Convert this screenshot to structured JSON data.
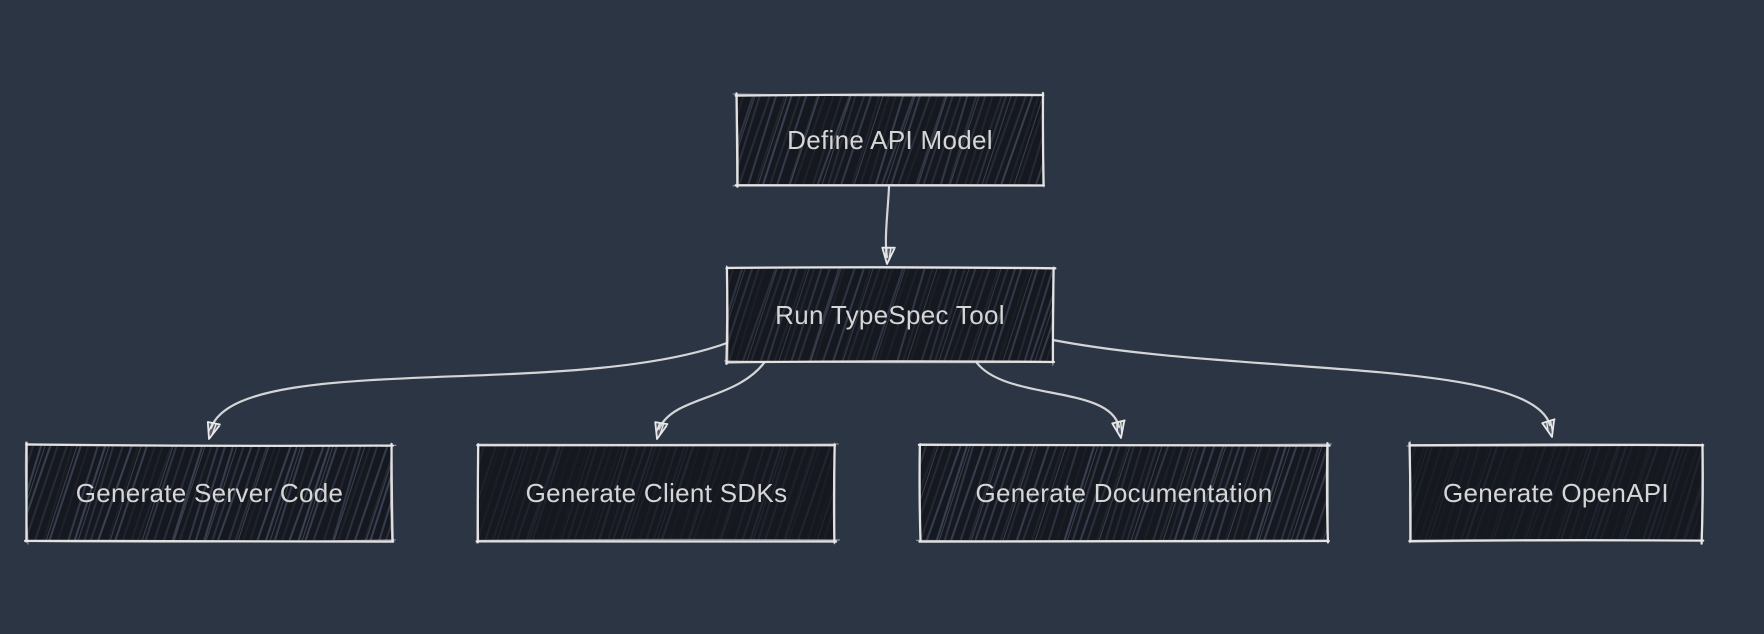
{
  "diagram": {
    "type": "flowchart",
    "direction": "top-down",
    "nodes": [
      {
        "id": "define",
        "label": "Define API Model"
      },
      {
        "id": "run",
        "label": "Run TypeSpec Tool"
      },
      {
        "id": "server",
        "label": "Generate Server Code"
      },
      {
        "id": "sdk",
        "label": "Generate Client SDKs"
      },
      {
        "id": "docs",
        "label": "Generate Documentation"
      },
      {
        "id": "openapi",
        "label": "Generate OpenAPI"
      }
    ],
    "edges": [
      {
        "from": "define",
        "to": "run"
      },
      {
        "from": "run",
        "to": "server"
      },
      {
        "from": "run",
        "to": "sdk"
      },
      {
        "from": "run",
        "to": "docs"
      },
      {
        "from": "run",
        "to": "openapi"
      }
    ],
    "colors": {
      "background": "#2c3544",
      "node_fill": "#15181f",
      "hatch": "#3d4559",
      "hatch_light": "#9aa3b8",
      "stroke": "#e9e9e9",
      "edge": "#e3e3e3",
      "text": "#d6d6d6"
    }
  }
}
